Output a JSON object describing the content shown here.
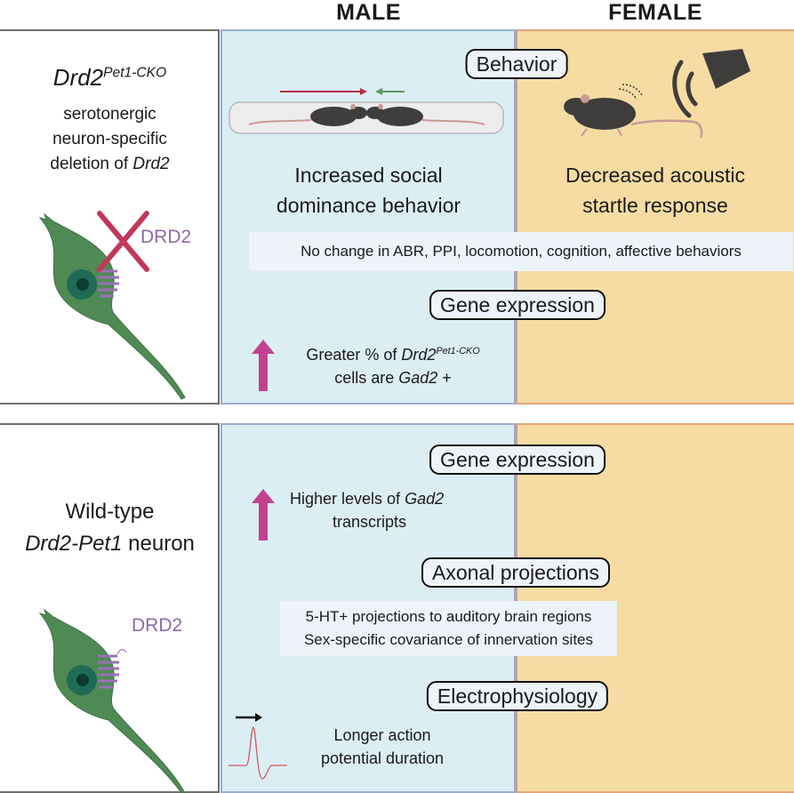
{
  "headers": {
    "male": "MALE",
    "female": "FEMALE"
  },
  "colors": {
    "male_bg": "#dbeef4",
    "female_bg": "#f6dca3",
    "neuron_green": "#4f8a55",
    "receptor_purple": "#9a72b5",
    "cross_red": "#c0395a",
    "up_arrow_magenta": "#c2428f"
  },
  "top_row": {
    "left": {
      "title_gene": "Drd2",
      "title_sup": "Pet1-CKO",
      "desc_line1": "serotonergic",
      "desc_line2": "neuron-specific",
      "desc_line3_prefix": "deletion of ",
      "desc_line3_gene": "Drd2",
      "receptor_label": "DRD2"
    },
    "behavior_pill": "Behavior",
    "male_behavior_line1": "Increased social",
    "male_behavior_line2": "dominance behavior",
    "female_behavior_line1": "Decreased acoustic",
    "female_behavior_line2": "startle response",
    "no_change_note": "No change in ABR, PPI, locomotion, cognition, affective behaviors",
    "gene_pill": "Gene expression",
    "gene_finding": {
      "prefix": "Greater % of ",
      "gene": "Drd2",
      "sup": "Pet1-CKO",
      "line2_prefix": "cells are ",
      "line2_gene": "Gad2",
      "line2_suffix": " +"
    }
  },
  "bottom_row": {
    "left": {
      "title_line1": "Wild-type",
      "title_gene": "Drd2-Pet1",
      "title_suffix": " neuron",
      "receptor_label": "DRD2"
    },
    "gene_pill": "Gene expression",
    "gene_finding": {
      "prefix": "Higher levels of ",
      "gene": "Gad2",
      "line2": "transcripts"
    },
    "axon_pill": "Axonal projections",
    "axon_note_line1": "5-HT+ projections to auditory brain regions",
    "axon_note_line2": "Sex-specific covariance of innervation sites",
    "ephys_pill": "Electrophysiology",
    "ephys_line1": "Longer action",
    "ephys_line2": "potential duration"
  }
}
